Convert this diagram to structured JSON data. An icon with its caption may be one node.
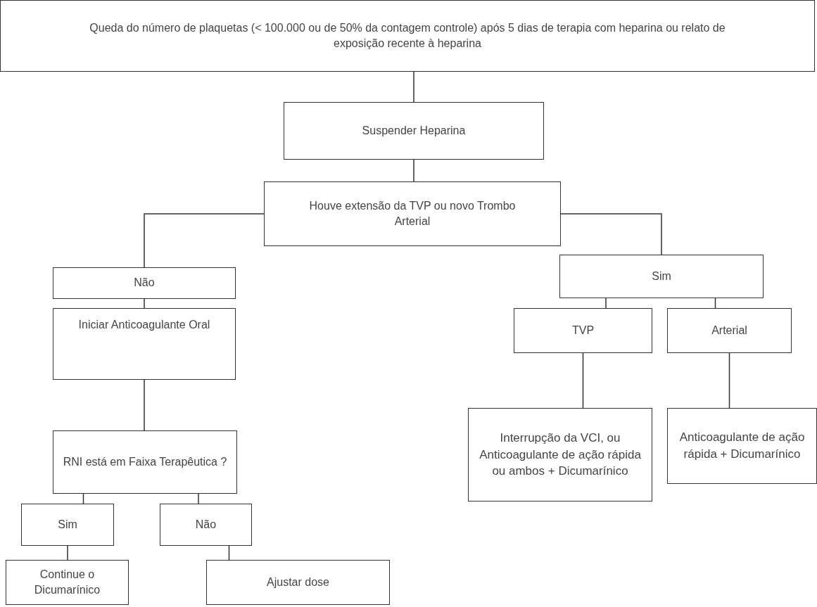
{
  "diagram": {
    "nodes": [
      {
        "text": [
          "Queda do número de plaquetas (< 100.000 ou de 50% da contagem controle) após 5 dias de terapia com heparina ou relato de exposição recente à heparina"
        ]
      },
      {
        "text": [
          "Suspender Heparina"
        ]
      },
      {
        "text": [
          "Houve extensão da TVP ou novo Trombo Arterial"
        ]
      },
      {
        "text": [
          "Não"
        ]
      },
      {
        "text": [
          "Iniciar Anticoagulante Oral"
        ]
      },
      {
        "text": [
          "Sim"
        ]
      },
      {
        "text": [
          "TVP"
        ]
      },
      {
        "text": [
          "Arterial"
        ]
      },
      {
        "text": [
          "Interrupção da VCI, ou Anticoagulante de ação rápida ou ambos + Dicumarínico"
        ]
      },
      {
        "text": [
          "Anticoagulante de ação rápida + Dicumarínico"
        ]
      },
      {
        "text": [
          "RNI está em Faixa Terapêutica ?"
        ]
      },
      {
        "text": [
          "Sim"
        ]
      },
      {
        "text": [
          "Não"
        ]
      },
      {
        "text": [
          "Continue o Dicumarínico"
        ]
      },
      {
        "text": [
          "Ajustar dose"
        ]
      }
    ],
    "edges": [
      {
        "from": 0,
        "to": 1,
        "arrow": "none"
      },
      {
        "from": 1,
        "to": 2,
        "arrow": "none"
      },
      {
        "from": 2,
        "to": 3,
        "arrow": "none"
      },
      {
        "from": 2,
        "to": 5,
        "arrow": "none"
      },
      {
        "from": 3,
        "to": 4,
        "arrow": "none"
      },
      {
        "from": 5,
        "to": 6,
        "arrow": "none"
      },
      {
        "from": 5,
        "to": 7,
        "arrow": "none"
      },
      {
        "from": 6,
        "to": 8,
        "arrow": "none"
      },
      {
        "from": 7,
        "to": 9,
        "arrow": "none"
      },
      {
        "from": 4,
        "to": 10,
        "arrow": "none"
      },
      {
        "from": 10,
        "to": 11,
        "arrow": "none"
      },
      {
        "from": 10,
        "to": 12,
        "arrow": "none"
      },
      {
        "from": 11,
        "to": 13,
        "arrow": "none"
      },
      {
        "from": 12,
        "to": 14,
        "arrow": "none"
      }
    ]
  }
}
